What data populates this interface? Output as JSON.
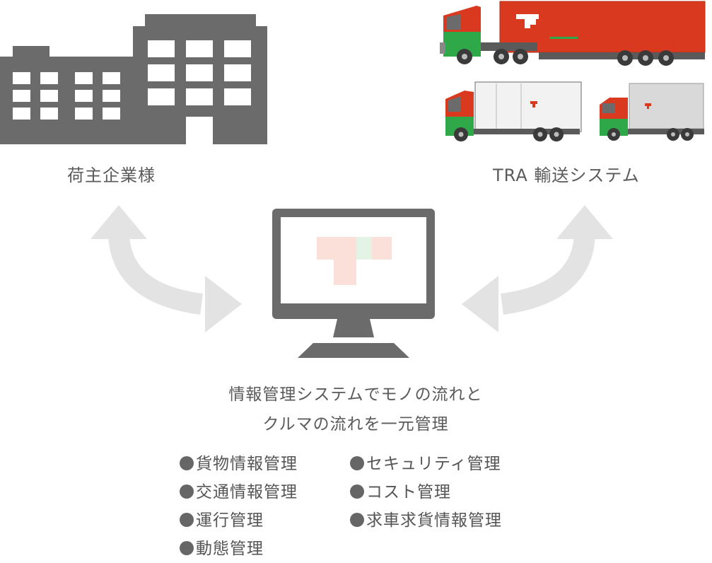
{
  "shipper": {
    "label": "荷主企業様"
  },
  "transport": {
    "label": "TRA 輸送システム"
  },
  "system": {
    "line1": "情報管理システムでモノの流れと",
    "line2": "クルマの流れを一元管理"
  },
  "features_left": [
    "貨物情報管理",
    "交通情報管理",
    "運行管理",
    "動態管理"
  ],
  "features_right": [
    "セキュリティ管理",
    "コスト管理",
    "求車求貨情報管理"
  ],
  "colors": {
    "building": "#6b6b6b",
    "arrow": "#e3e3e3",
    "monitor": "#6b6b6b",
    "truck_red": "#d9391f",
    "truck_green": "#2fa84a",
    "truck_body_white": "#f2f2f2",
    "truck_body_gray": "#d9d9d9"
  },
  "icons": [
    "building-icon",
    "trucks-icon",
    "monitor-icon",
    "double-arrow-left-icon",
    "double-arrow-right-icon"
  ]
}
